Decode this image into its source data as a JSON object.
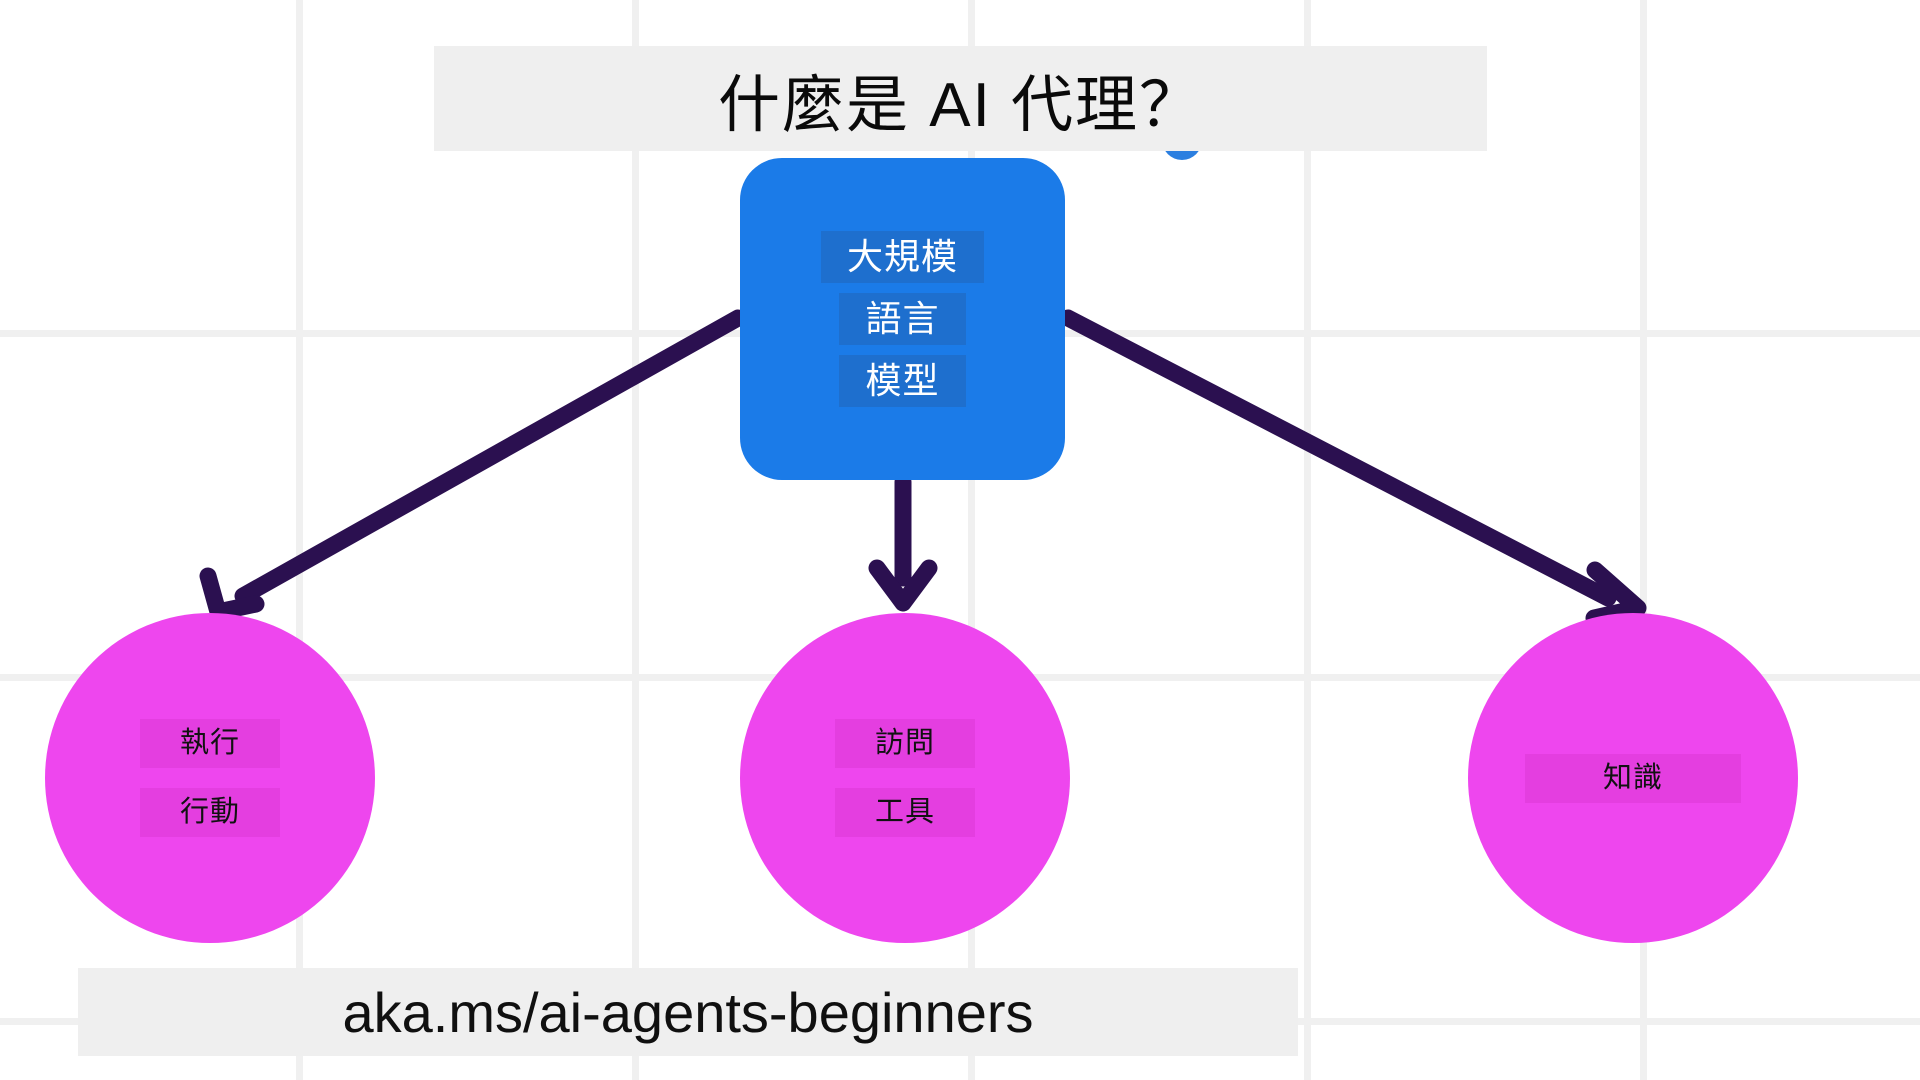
{
  "slide": {
    "title": "什麼是 AI 代理？",
    "footer": "aka.ms/ai-agents-beginners",
    "background_color": "#ffffff",
    "grid_line_color": "#f0f0f0",
    "title_band_color": "#EFEFEF",
    "footer_band_color": "#EFEFEF"
  },
  "diagram_data": {
    "type": "diagram",
    "layout": "hub-and-spoke",
    "hub": {
      "id": "llm",
      "shape": "rounded-rect",
      "fill_color": "#1B7BE8",
      "text_highlight_color": "#1E6FCE",
      "text_color": "#ffffff",
      "lines": [
        "大規模",
        "語言",
        "模型"
      ]
    },
    "spokes": [
      {
        "id": "action",
        "shape": "circle",
        "fill_color": "#EE46EE",
        "text_highlight_color": "#E43EE0",
        "text_color": "#111111",
        "lines": [
          "執行",
          "行動"
        ]
      },
      {
        "id": "tools",
        "shape": "circle",
        "fill_color": "#EE46EE",
        "text_highlight_color": "#E43EE0",
        "text_color": "#111111",
        "lines": [
          "訪問",
          "工具"
        ]
      },
      {
        "id": "knowledge",
        "shape": "circle",
        "fill_color": "#EE46EE",
        "text_highlight_color": "#E43EE0",
        "text_color": "#111111",
        "lines": [
          "知識"
        ]
      }
    ],
    "connectors": {
      "color": "#2B1050",
      "style": "solid-arrow",
      "edges": [
        {
          "from": "llm",
          "to": "action",
          "direction": "down-left"
        },
        {
          "from": "llm",
          "to": "tools",
          "direction": "down"
        },
        {
          "from": "llm",
          "to": "knowledge",
          "direction": "down-right"
        }
      ]
    }
  }
}
